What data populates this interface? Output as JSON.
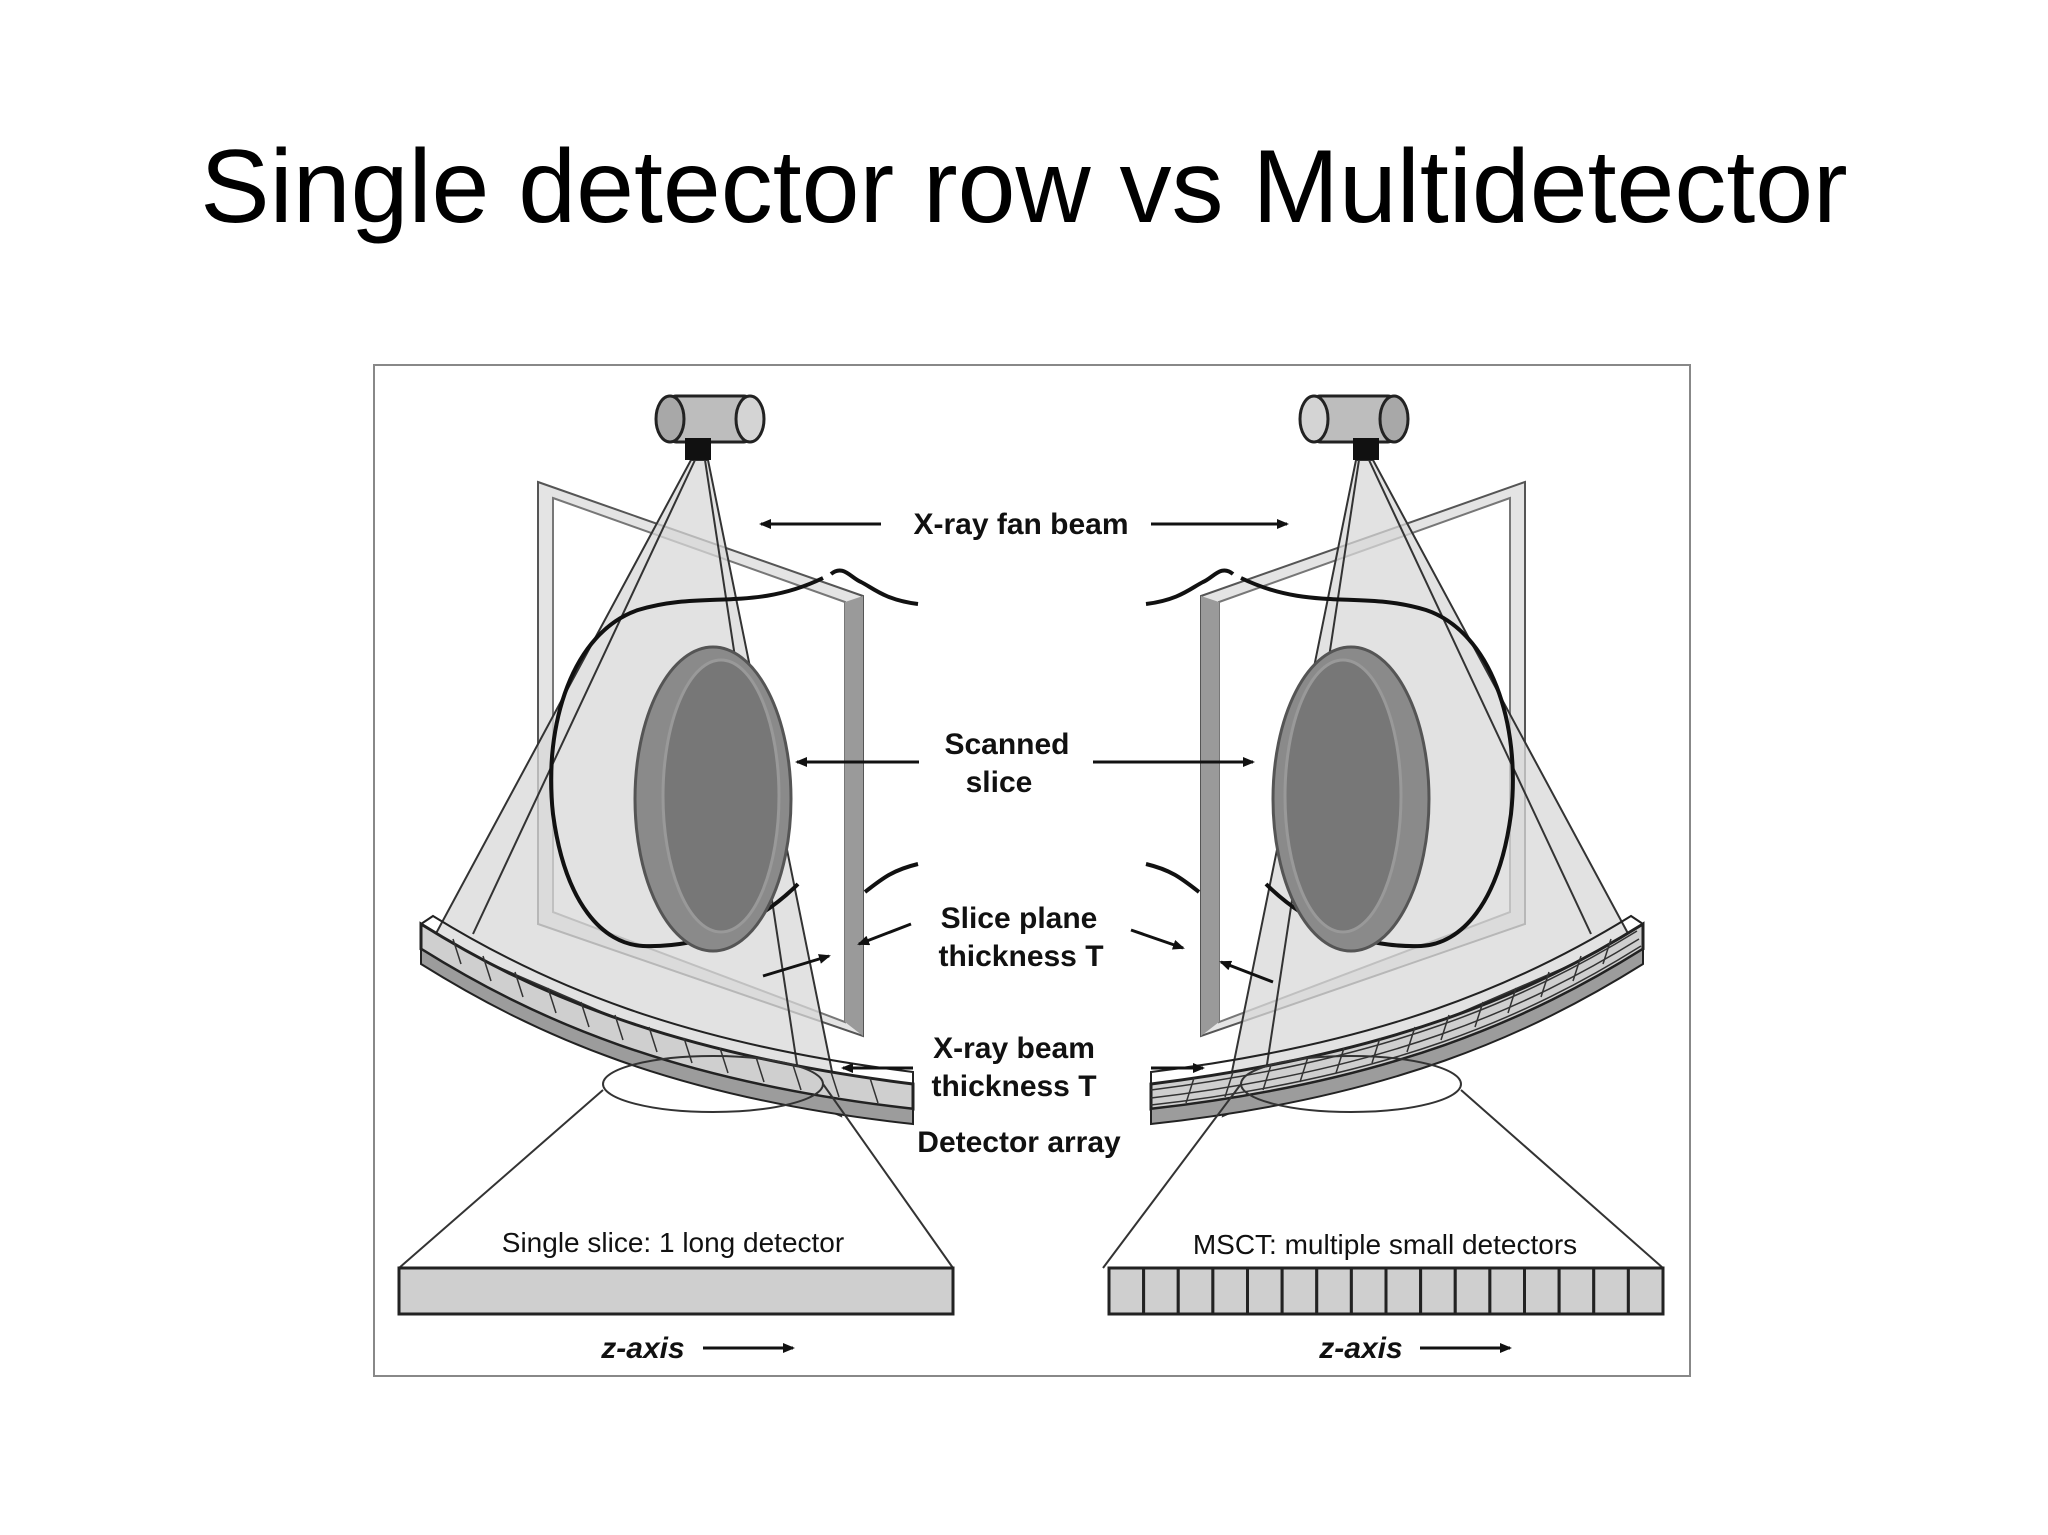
{
  "title": "Single detector row vs  Multidetector",
  "diagram": {
    "labels": {
      "fan_beam": "X-ray fan beam",
      "scanned_slice_line1": "Scanned",
      "scanned_slice_line2": "slice",
      "slice_plane_line1": "Slice plane",
      "slice_plane_line2": "thickness T",
      "beam_thickness_line1": "X-ray beam",
      "beam_thickness_line2": "thickness T",
      "detector_array": "Detector array",
      "single_slice": "Single slice: 1 long detector",
      "msct": "MSCT: multiple small detectors",
      "z_axis_left": "z-axis",
      "z_axis_right": "z-axis"
    },
    "msct_detector_cells": 16
  }
}
